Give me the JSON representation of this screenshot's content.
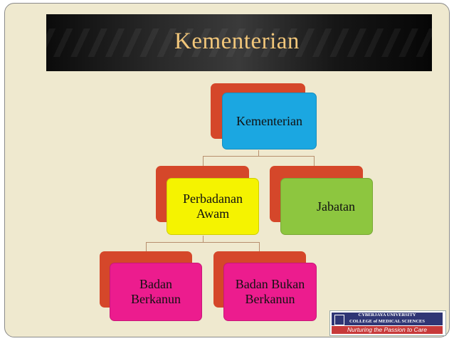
{
  "slide": {
    "title": "Kementerian"
  },
  "org_chart": {
    "root": "Kementerian",
    "level2": [
      "Perbadanan Awam",
      "Jabatan"
    ],
    "level3": [
      "Badan Berkanun",
      "Badan Bukan Berkanun"
    ]
  },
  "colors": {
    "back_box": "#d5472a",
    "root_front": "#1ba7e1",
    "perbadanan_front": "#f5f300",
    "jabatan_front": "#8dc63f",
    "level3_front": "#ec1c8e"
  },
  "logo": {
    "line1": "CYBERJAYA UNIVERSITY",
    "line2": "COLLEGE of MEDICAL SCIENCES",
    "tagline": "Nurturing the Passion to Care"
  }
}
